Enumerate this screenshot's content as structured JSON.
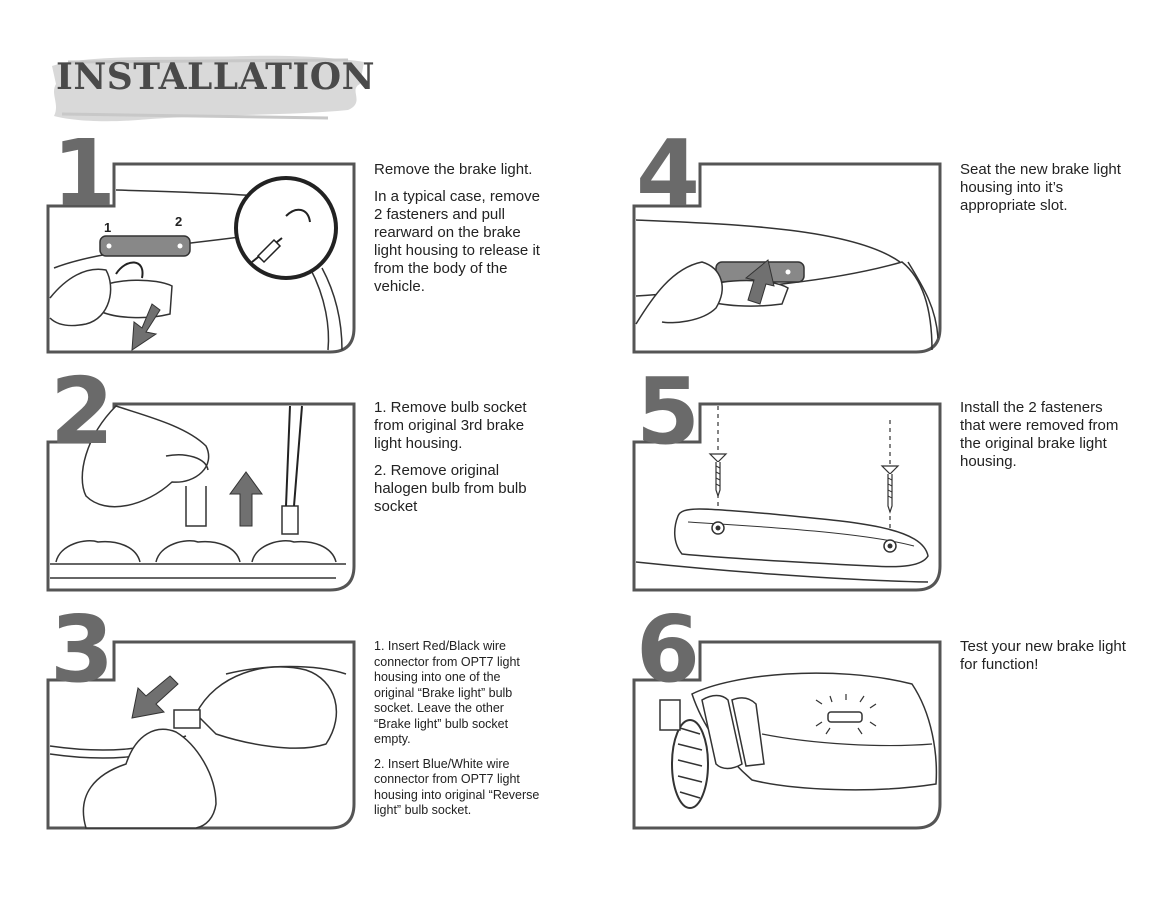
{
  "title": "INSTALLATION",
  "steps": [
    {
      "number": "1",
      "paragraphs": [
        "Remove the brake light.",
        "In a typical case, remove 2 fasteners and pull rearward on the brake light housing to release it from the body of the vehicle."
      ],
      "callouts": [
        "1",
        "2"
      ]
    },
    {
      "number": "2",
      "paragraphs": [
        "1. Remove bulb socket from original 3rd brake light housing.",
        "2. Remove original halogen bulb from bulb socket"
      ]
    },
    {
      "number": "3",
      "paragraphs": [
        "1.  Insert Red/Black wire connector from OPT7 light housing into one of the original “Brake light” bulb socket. Leave the other “Brake light” bulb socket empty.",
        "2.  Insert Blue/White wire connector from OPT7 light housing into original “Reverse light” bulb socket."
      ]
    },
    {
      "number": "4",
      "paragraphs": [
        "Seat the new brake light housing into it’s appropriate slot."
      ]
    },
    {
      "number": "5",
      "paragraphs": [
        "Install the 2 fasteners that were removed from the original brake light housing."
      ]
    },
    {
      "number": "6",
      "paragraphs": [
        "Test your new brake light for function!"
      ]
    }
  ],
  "colors": {
    "number_gray": "#6a6a6a",
    "frame_gray": "#555555",
    "arrow_gray": "#707070",
    "brush_gray": "#d9d9d9"
  }
}
